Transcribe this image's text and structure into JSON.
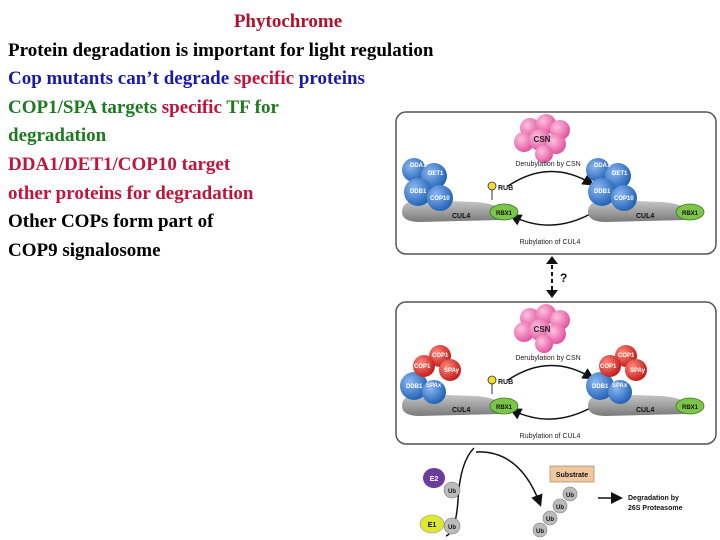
{
  "text": {
    "title": "Phytochrome",
    "line1": "Protein degradation is important for light regulation",
    "line2": {
      "a": "Cop mutants can’t degrade ",
      "b": "specific",
      "c": " proteins"
    },
    "line3": {
      "a": "COP1/SPA targets ",
      "b": "specific",
      "c": " TF for"
    },
    "line4": "degradation",
    "line5": "DDA1/DET1/COP10 target",
    "line6": "other proteins for degradation",
    "line7": "Other COPs form part of",
    "line8": "COP9 signalosome"
  },
  "diagram": {
    "top_panel": {
      "csn": "CSN",
      "derub": "Derubylation by CSN",
      "rub": "RUB",
      "rubylation": "Rubylation of CUL4",
      "left": {
        "dda1": "DDA1",
        "det1": "DET1",
        "ddb1": "DDB1",
        "cop10": "COP10",
        "cul4": "CUL4",
        "rbx1": "RBX1"
      },
      "right": {
        "dda1": "DDA1",
        "det1": "DET1",
        "ddb1": "DDB1",
        "cop10": "COP10",
        "cul4": "CUL4",
        "rbx1": "RBX1"
      }
    },
    "question": "?",
    "bottom_panel": {
      "csn": "CSN",
      "derub": "Derubylation by CSN",
      "rub": "RUB",
      "rubylation": "Rubylation of CUL4",
      "left": {
        "cop1a": "COP1",
        "cop1b": "COP1",
        "spay": "SPAy",
        "ddb1": "DDB1",
        "spax": "SPAx",
        "cul4": "CUL4",
        "rbx1": "RBX1"
      },
      "right": {
        "cop1a": "COP1",
        "cop1b": "COP1",
        "spay": "SPAy",
        "ddb1": "DDB1",
        "spax": "SPAx",
        "cul4": "CUL4",
        "rbx1": "RBX1"
      }
    },
    "ubiquitin": {
      "e2": "E2",
      "e1": "E1",
      "ub": "Ub",
      "substrate": "Substrate",
      "degradation_line1": "Degradation by",
      "degradation_line2": "26S Proteasome"
    }
  },
  "colors": {
    "blue_text": "#1a1aa8",
    "red_text": "#c0143c",
    "green_text": "#1e7a1e",
    "csn_pink": "#f07ab8",
    "complex_blue": "#3a78c8",
    "cop1_red": "#e03030",
    "rbx1_green": "#7cc44a",
    "rub_yellow": "#f2dc30",
    "e2_purple": "#6a3c9c",
    "e1_yellow": "#dde830",
    "substrate_tan": "#f0c8a0"
  }
}
